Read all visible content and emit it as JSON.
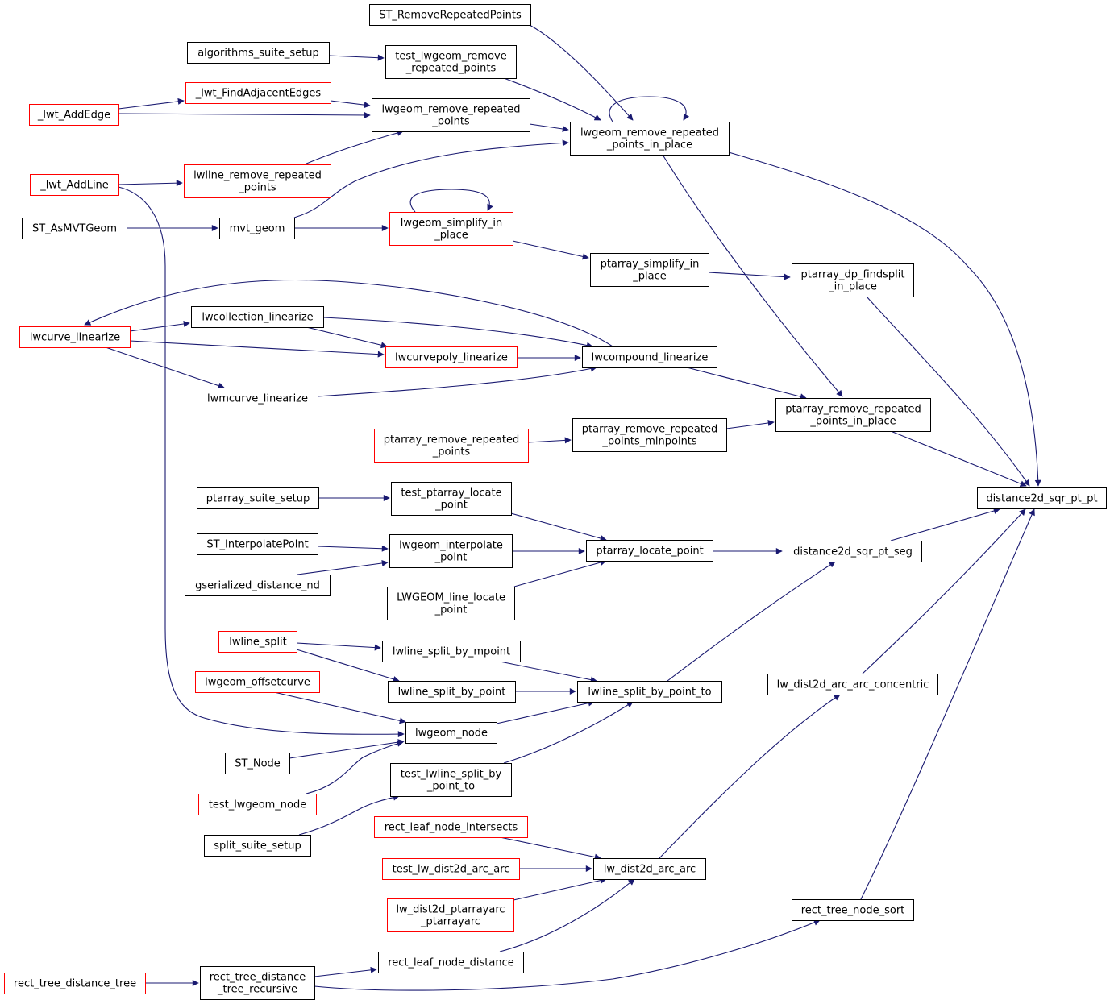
{
  "colors": {
    "edge": "#191970",
    "node_border": "#000000",
    "node_border_truncated": "#ff0000",
    "root_fill": "#bfbfbf"
  },
  "nodes": [
    {
      "id": "distance2d_sqr_pt_pt",
      "lines": [
        "distance2d_sqr_pt_pt"
      ],
      "root": true
    },
    {
      "id": "st_removerepeatedpoints",
      "lines": [
        "ST_RemoveRepeatedPoints"
      ]
    },
    {
      "id": "algorithms_suite_setup",
      "lines": [
        "algorithms_suite_setup"
      ]
    },
    {
      "id": "test_lwgeom_remove_repeated_points",
      "lines": [
        "test_lwgeom_remove",
        "_repeated_points"
      ]
    },
    {
      "id": "lwt_findadjacentedges",
      "lines": [
        "_lwt_FindAdjacentEdges"
      ],
      "truncated": true
    },
    {
      "id": "lwt_addedge",
      "lines": [
        "_lwt_AddEdge"
      ],
      "truncated": true
    },
    {
      "id": "lwgeom_remove_repeated_points",
      "lines": [
        "lwgeom_remove_repeated",
        "_points"
      ]
    },
    {
      "id": "lwgeom_remove_repeated_points_in_place",
      "lines": [
        "lwgeom_remove_repeated",
        "_points_in_place"
      ]
    },
    {
      "id": "lwt_addline",
      "lines": [
        "_lwt_AddLine"
      ],
      "truncated": true
    },
    {
      "id": "lwline_remove_repeated_points",
      "lines": [
        "lwline_remove_repeated",
        "_points"
      ],
      "truncated": true
    },
    {
      "id": "st_asmvtgeom",
      "lines": [
        "ST_AsMVTGeom"
      ]
    },
    {
      "id": "mvt_geom",
      "lines": [
        "mvt_geom"
      ]
    },
    {
      "id": "lwgeom_simplify_in_place",
      "lines": [
        "lwgeom_simplify_in",
        "_place"
      ],
      "truncated": true
    },
    {
      "id": "ptarray_simplify_in_place",
      "lines": [
        "ptarray_simplify_in",
        "_place"
      ]
    },
    {
      "id": "ptarray_dp_findsplit_in_place",
      "lines": [
        "ptarray_dp_findsplit",
        "_in_place"
      ]
    },
    {
      "id": "lwcollection_linearize",
      "lines": [
        "lwcollection_linearize"
      ]
    },
    {
      "id": "lwcurve_linearize",
      "lines": [
        "lwcurve_linearize"
      ],
      "truncated": true
    },
    {
      "id": "lwcurvepoly_linearize",
      "lines": [
        "lwcurvepoly_linearize"
      ],
      "truncated": true
    },
    {
      "id": "lwcompound_linearize",
      "lines": [
        "lwcompound_linearize"
      ]
    },
    {
      "id": "lwmcurve_linearize",
      "lines": [
        "lwmcurve_linearize"
      ]
    },
    {
      "id": "ptarray_remove_repeated_points_in_place",
      "lines": [
        "ptarray_remove_repeated",
        "_points_in_place"
      ]
    },
    {
      "id": "ptarray_remove_repeated_points",
      "lines": [
        "ptarray_remove_repeated",
        "_points"
      ],
      "truncated": true
    },
    {
      "id": "ptarray_remove_repeated_points_minpoints",
      "lines": [
        "ptarray_remove_repeated",
        "_points_minpoints"
      ]
    },
    {
      "id": "ptarray_suite_setup",
      "lines": [
        "ptarray_suite_setup"
      ]
    },
    {
      "id": "test_ptarray_locate_point",
      "lines": [
        "test_ptarray_locate",
        "_point"
      ]
    },
    {
      "id": "st_interpolatepoint",
      "lines": [
        "ST_InterpolatePoint"
      ]
    },
    {
      "id": "lwgeom_interpolate_point",
      "lines": [
        "lwgeom_interpolate",
        "_point"
      ]
    },
    {
      "id": "ptarray_locate_point",
      "lines": [
        "ptarray_locate_point"
      ]
    },
    {
      "id": "distance2d_sqr_pt_seg",
      "lines": [
        "distance2d_sqr_pt_seg"
      ]
    },
    {
      "id": "gserialized_distance_nd",
      "lines": [
        "gserialized_distance_nd"
      ]
    },
    {
      "id": "lwgeom_line_locate_point",
      "lines": [
        "LWGEOM_line_locate",
        "_point"
      ]
    },
    {
      "id": "lwline_split",
      "lines": [
        "lwline_split"
      ],
      "truncated": true
    },
    {
      "id": "lwline_split_by_mpoint",
      "lines": [
        "lwline_split_by_mpoint"
      ]
    },
    {
      "id": "lwgeom_offsetcurve",
      "lines": [
        "lwgeom_offsetcurve"
      ],
      "truncated": true
    },
    {
      "id": "lwline_split_by_point",
      "lines": [
        "lwline_split_by_point"
      ]
    },
    {
      "id": "lwline_split_by_point_to",
      "lines": [
        "lwline_split_by_point_to"
      ]
    },
    {
      "id": "lw_dist2d_arc_arc_concentric",
      "lines": [
        "lw_dist2d_arc_arc_concentric"
      ]
    },
    {
      "id": "lwgeom_node",
      "lines": [
        "lwgeom_node"
      ]
    },
    {
      "id": "st_node",
      "lines": [
        "ST_Node"
      ]
    },
    {
      "id": "test_lwline_split_by_point_to",
      "lines": [
        "test_lwline_split_by",
        "_point_to"
      ]
    },
    {
      "id": "test_lwgeom_node",
      "lines": [
        "test_lwgeom_node"
      ],
      "truncated": true
    },
    {
      "id": "split_suite_setup",
      "lines": [
        "split_suite_setup"
      ]
    },
    {
      "id": "rect_leaf_node_intersects",
      "lines": [
        "rect_leaf_node_intersects"
      ],
      "truncated": true
    },
    {
      "id": "test_lw_dist2d_arc_arc",
      "lines": [
        "test_lw_dist2d_arc_arc"
      ],
      "truncated": true
    },
    {
      "id": "lw_dist2d_arc_arc",
      "lines": [
        "lw_dist2d_arc_arc"
      ]
    },
    {
      "id": "lw_dist2d_ptarrayarc_ptarrayarc",
      "lines": [
        "lw_dist2d_ptarrayarc",
        "_ptarrayarc"
      ],
      "truncated": true
    },
    {
      "id": "rect_tree_node_sort",
      "lines": [
        "rect_tree_node_sort"
      ]
    },
    {
      "id": "rect_leaf_node_distance",
      "lines": [
        "rect_leaf_node_distance"
      ]
    },
    {
      "id": "rect_tree_distance_tree",
      "lines": [
        "rect_tree_distance_tree"
      ],
      "truncated": true
    },
    {
      "id": "rect_tree_distance_tree_recursive",
      "lines": [
        "rect_tree_distance",
        "_tree_recursive"
      ]
    }
  ]
}
